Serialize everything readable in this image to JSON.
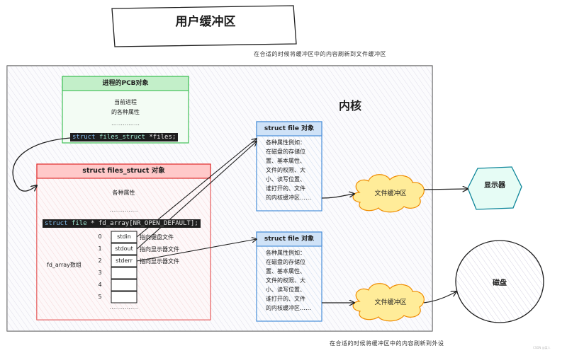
{
  "user_buffer": {
    "title": "用户缓冲区"
  },
  "notes": {
    "flush_file": "在合适的时候将缓冲区中的内容刷新到文件缓冲区",
    "flush_device": "在合适的时候将缓冲区中的内容刷新到外设"
  },
  "kernel": {
    "label": "内核"
  },
  "pcb": {
    "title": "进程的PCB对象",
    "lines": [
      "当前进程",
      "的各种属性"
    ],
    "dashes": "……………",
    "code": {
      "keyword": "struct",
      "type": "files_struct",
      "rest": " *files;"
    }
  },
  "files_struct": {
    "title": "struct files_struct 对象",
    "props": "各种属性",
    "dashes": "……………",
    "code": {
      "keyword": "struct",
      "type": "file",
      "rest": " * fd_array[NR_OPEN_DEFAULT];"
    },
    "fd_label": "fd_array数组",
    "indices": [
      "0",
      "1",
      "2",
      "3",
      "4",
      "5"
    ],
    "slots": [
      "stdin",
      "stdout",
      "stderr",
      "",
      "",
      ""
    ],
    "descriptions": [
      "指向键盘文件",
      "指向显示器文件",
      "指向显示器文件"
    ],
    "bottom_dashes": "……………"
  },
  "file_objects": [
    {
      "title": "struct file 对象",
      "lines": [
        "各种属性例如：",
        "在磁盘的存储位",
        "置、基本属性、",
        "文件的权限、大",
        "小、读写位置、",
        "谁打开的、文件",
        "的内核缓冲区……"
      ]
    },
    {
      "title": "struct file 对象",
      "lines": [
        "各种属性例如：",
        "在磁盘的存储位",
        "置、基本属性、",
        "文件的权限、大",
        "小、读写位置、",
        "谁打开的、文件",
        "的内核缓冲区……"
      ]
    }
  ],
  "buffers": {
    "file_buffer_1": "文件缓冲区",
    "file_buffer_2": "文件缓冲区"
  },
  "devices": {
    "display": "显示器",
    "disk": "磁盘"
  },
  "credit": "CSDN @某人",
  "colors": {
    "kernel_fill": "#f1f0f6",
    "pcb_fill": "#ebfbee",
    "pcb_border": "#40c057",
    "fs_fill": "#fff0f0",
    "fs_border": "#e03131",
    "file_fill": "#eef4fb",
    "file_border": "#4a90d9",
    "cloud_fill": "#ffec99",
    "cloud_border": "#f08c00",
    "display_fill": "#e6fcf5",
    "display_border": "#0c8599"
  }
}
